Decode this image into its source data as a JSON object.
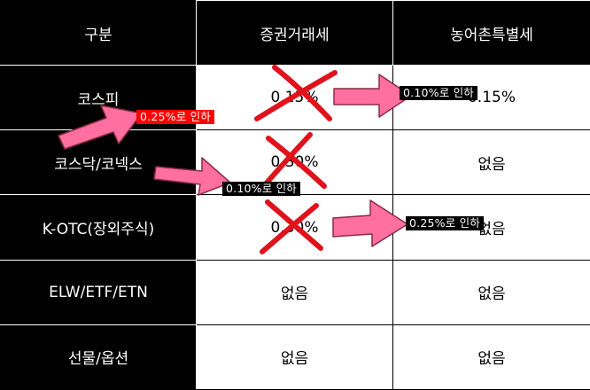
{
  "table": {
    "headers": [
      "구분",
      "증권거래세",
      "농어촌특별세"
    ],
    "rows": [
      {
        "label": "코스피",
        "transaction_tax": "0.15%",
        "special_tax": "0.15%"
      },
      {
        "label": "코스닥/코넥스",
        "transaction_tax": "0.30%",
        "special_tax": "없음"
      },
      {
        "label": "K-OTC(장외주식)",
        "transaction_tax": "0.30%",
        "special_tax": "없음"
      },
      {
        "label": "ELW/ETF/ETN",
        "transaction_tax": "없음",
        "special_tax": "없음"
      },
      {
        "label": "선물/옵션",
        "transaction_tax": "없음",
        "special_tax": "없음"
      }
    ]
  },
  "annotations": {
    "kospi_cut": "0.25%로 인하",
    "kospi_special": "0.10%로 인하",
    "kosdaq_cut": "0.10%로 인하",
    "kotc_cut": "0.25%로 인하"
  },
  "colors": {
    "arrow_fill": "#ff6fa0",
    "arrow_stroke": "#8a2b45",
    "cross": "#e0121c",
    "red_tag": "#ff0000"
  }
}
